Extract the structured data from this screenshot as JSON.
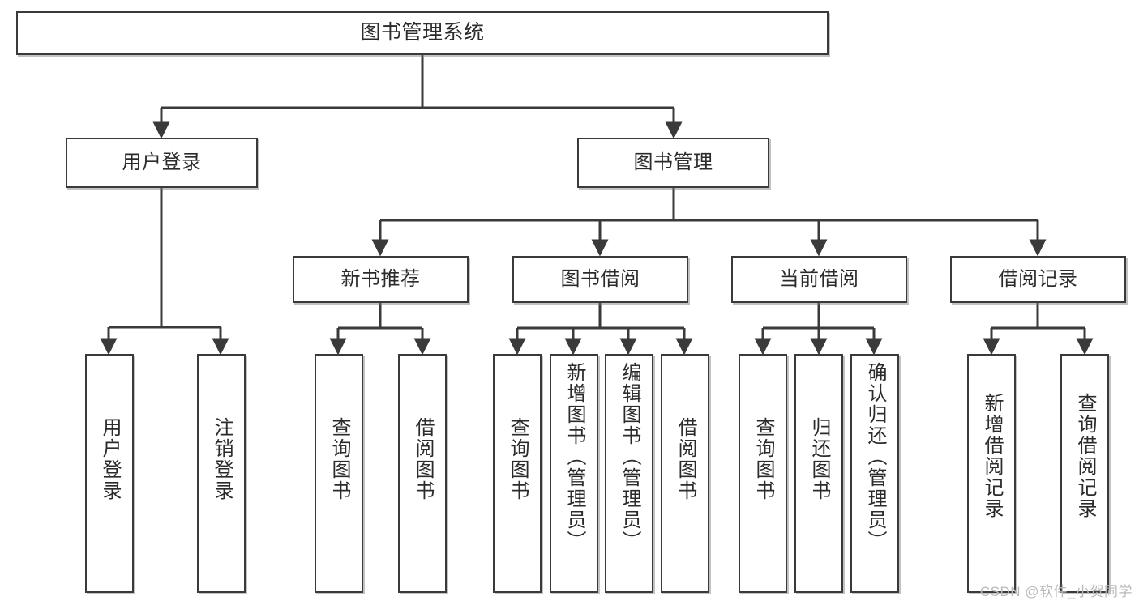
{
  "diagram": {
    "type": "tree-hierarchy",
    "title": "图书管理系统",
    "watermark": "CSDN @软件_小贺同学",
    "colors": {
      "box_border": "#3a3a3a",
      "box_fill": "#ffffff",
      "connector": "#3a3a3a",
      "text": "#2b2b2b",
      "watermark": "#b9b9b9",
      "background": "#ffffff"
    },
    "levels": {
      "root": "图书管理系统",
      "level2": [
        "用户登录",
        "图书管理"
      ],
      "level3": [
        "新书推荐",
        "图书借阅",
        "当前借阅",
        "借阅记录"
      ],
      "level4_groups": [
        {
          "parent": "用户登录",
          "children": [
            "用户登录",
            "注销登录"
          ]
        },
        {
          "parent": "新书推荐",
          "children": [
            "查询图书",
            "借阅图书"
          ]
        },
        {
          "parent": "图书借阅",
          "children": [
            "查询图书",
            "新增图书（管理员）",
            "编辑图书（管理员）",
            "借阅图书"
          ]
        },
        {
          "parent": "当前借阅",
          "children": [
            "查询图书",
            "归还图书",
            "确认归还（管理员）"
          ]
        },
        {
          "parent": "借阅记录",
          "children": [
            "新增借阅记录",
            "查询借阅记录"
          ]
        }
      ]
    },
    "nodes": {
      "root": {
        "label": "图书管理系统"
      },
      "user_login": {
        "label": "用户登录"
      },
      "book_manage": {
        "label": "图书管理"
      },
      "new_book_rec": {
        "label": "新书推荐"
      },
      "book_borrow": {
        "label": "图书借阅"
      },
      "current_borrow": {
        "label": "当前借阅"
      },
      "borrow_record": {
        "label": "借阅记录"
      },
      "leaf_user_login": {
        "label": "用户登录"
      },
      "leaf_logout": {
        "label": "注销登录"
      },
      "leaf_rec_query": {
        "label": "查询图书"
      },
      "leaf_rec_borrow": {
        "label": "借阅图书"
      },
      "leaf_bb_query": {
        "label": "查询图书"
      },
      "leaf_bb_add": {
        "label": "新增图书（管理员）"
      },
      "leaf_bb_edit": {
        "label": "编辑图书（管理员）"
      },
      "leaf_bb_borrow": {
        "label": "借阅图书"
      },
      "leaf_cb_query": {
        "label": "查询图书"
      },
      "leaf_cb_return": {
        "label": "归还图书"
      },
      "leaf_cb_confirm": {
        "label": "确认归还（管理员）"
      },
      "leaf_br_add": {
        "label": "新增借阅记录"
      },
      "leaf_br_query": {
        "label": "查询借阅记录"
      }
    }
  }
}
